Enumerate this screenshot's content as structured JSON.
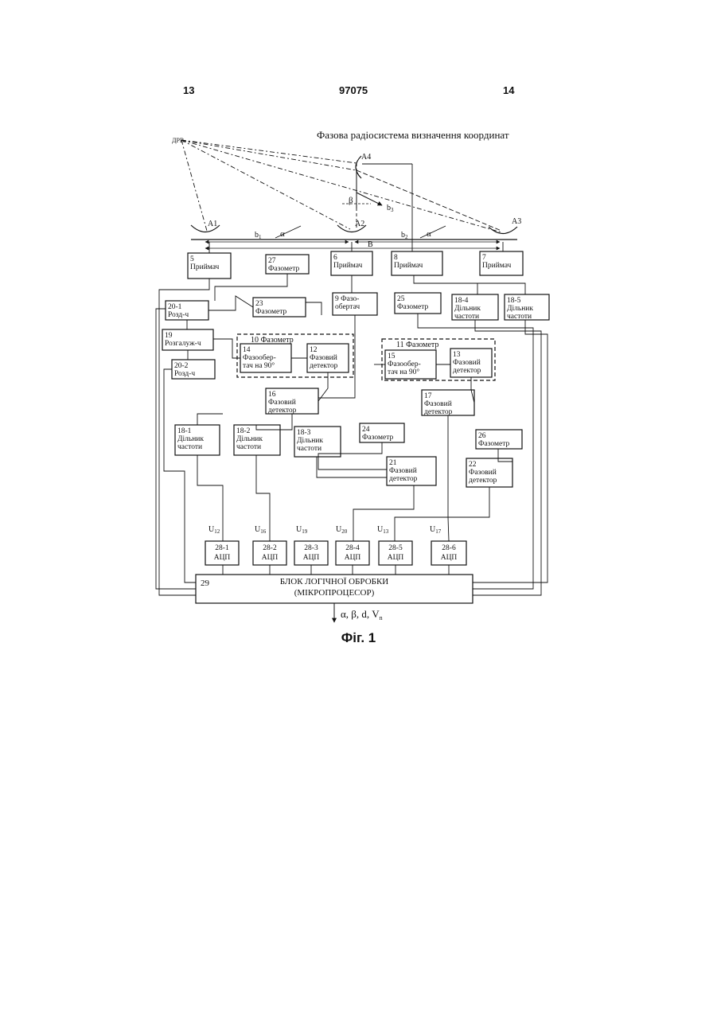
{
  "header": {
    "page_left": "13",
    "patent_number": "97075",
    "page_right": "14"
  },
  "title": "Фазова радіосистема визначення координат",
  "source_label": "ДРВ",
  "antennas": [
    "A1",
    "A2",
    "A3",
    "A4"
  ],
  "geometry_labels": {
    "b1": "b",
    "b1_sub": "1",
    "b2": "b",
    "b2_sub": "2",
    "b3": "b",
    "b3_sub": "3",
    "B": "B",
    "alpha": "α",
    "beta": "β"
  },
  "blocks": {
    "b5": [
      "5",
      "Приймач"
    ],
    "b27": [
      "27",
      "Фазометр"
    ],
    "b6": [
      "6",
      "Приймач"
    ],
    "b8": [
      "8",
      "Приймач"
    ],
    "b7": [
      "7",
      "Приймач"
    ],
    "b20_1": [
      "20-1",
      "Розд-ч"
    ],
    "b23": [
      "23",
      "Фазометр"
    ],
    "b9": [
      "9 Фазо-",
      "обертач"
    ],
    "b25": [
      "25",
      "Фазометр"
    ],
    "b18_4": [
      "18-4",
      "Дільник",
      "частоти"
    ],
    "b18_5": [
      "18-5",
      "Дільник",
      "частоти"
    ],
    "b19": [
      "19",
      "Розгалуж-ч"
    ],
    "b20_2": [
      "20-2",
      "Розд-ч"
    ],
    "b14": [
      "14",
      "Фазообер-",
      "тач на 90°"
    ],
    "b12": [
      "12",
      "Фазовий",
      "детектор"
    ],
    "b15": [
      "15",
      "Фазообер-",
      "тач на 90°"
    ],
    "b13": [
      "13",
      "Фазовий",
      "детектор"
    ],
    "b16": [
      "16",
      "Фазовий",
      "детектор"
    ],
    "b17": [
      "17",
      "Фазовий",
      "детектор"
    ],
    "b18_1": [
      "18-1",
      "Дільник",
      "частоти"
    ],
    "b18_2": [
      "18-2",
      "Дільник",
      "частоти"
    ],
    "b18_3": [
      "18-3",
      "Дільник",
      "частоти"
    ],
    "b24": [
      "24",
      "Фазометр"
    ],
    "b26": [
      "26",
      "Фазометр"
    ],
    "b21": [
      "21",
      "Фазовий",
      "детектор"
    ],
    "b22": [
      "22",
      "Фазовий",
      "детектор"
    ],
    "adc1": [
      "28-1",
      "АЦП"
    ],
    "adc2": [
      "28-2",
      "АЦП"
    ],
    "adc3": [
      "28-3",
      "АЦП"
    ],
    "adc4": [
      "28-4",
      "АЦП"
    ],
    "adc5": [
      "28-5",
      "АЦП"
    ],
    "adc6": [
      "28-6",
      "АЦП"
    ],
    "b29": [
      "29",
      "БЛОК ЛОГІЧНОЇ ОБРОБКИ",
      "(МІКРОПРОЦЕСОР)"
    ]
  },
  "groups": {
    "g10": "10 Фазометр",
    "g11": "11 Фазометр"
  },
  "voltages": [
    {
      "main": "U",
      "sub": "12"
    },
    {
      "main": "U",
      "sub": "16"
    },
    {
      "main": "U",
      "sub": "19"
    },
    {
      "main": "U",
      "sub": "20"
    },
    {
      "main": "U",
      "sub": "13"
    },
    {
      "main": "U",
      "sub": "17"
    }
  ],
  "output": "α, β, d, V",
  "output_sub": "n",
  "caption": "Фіг. 1"
}
